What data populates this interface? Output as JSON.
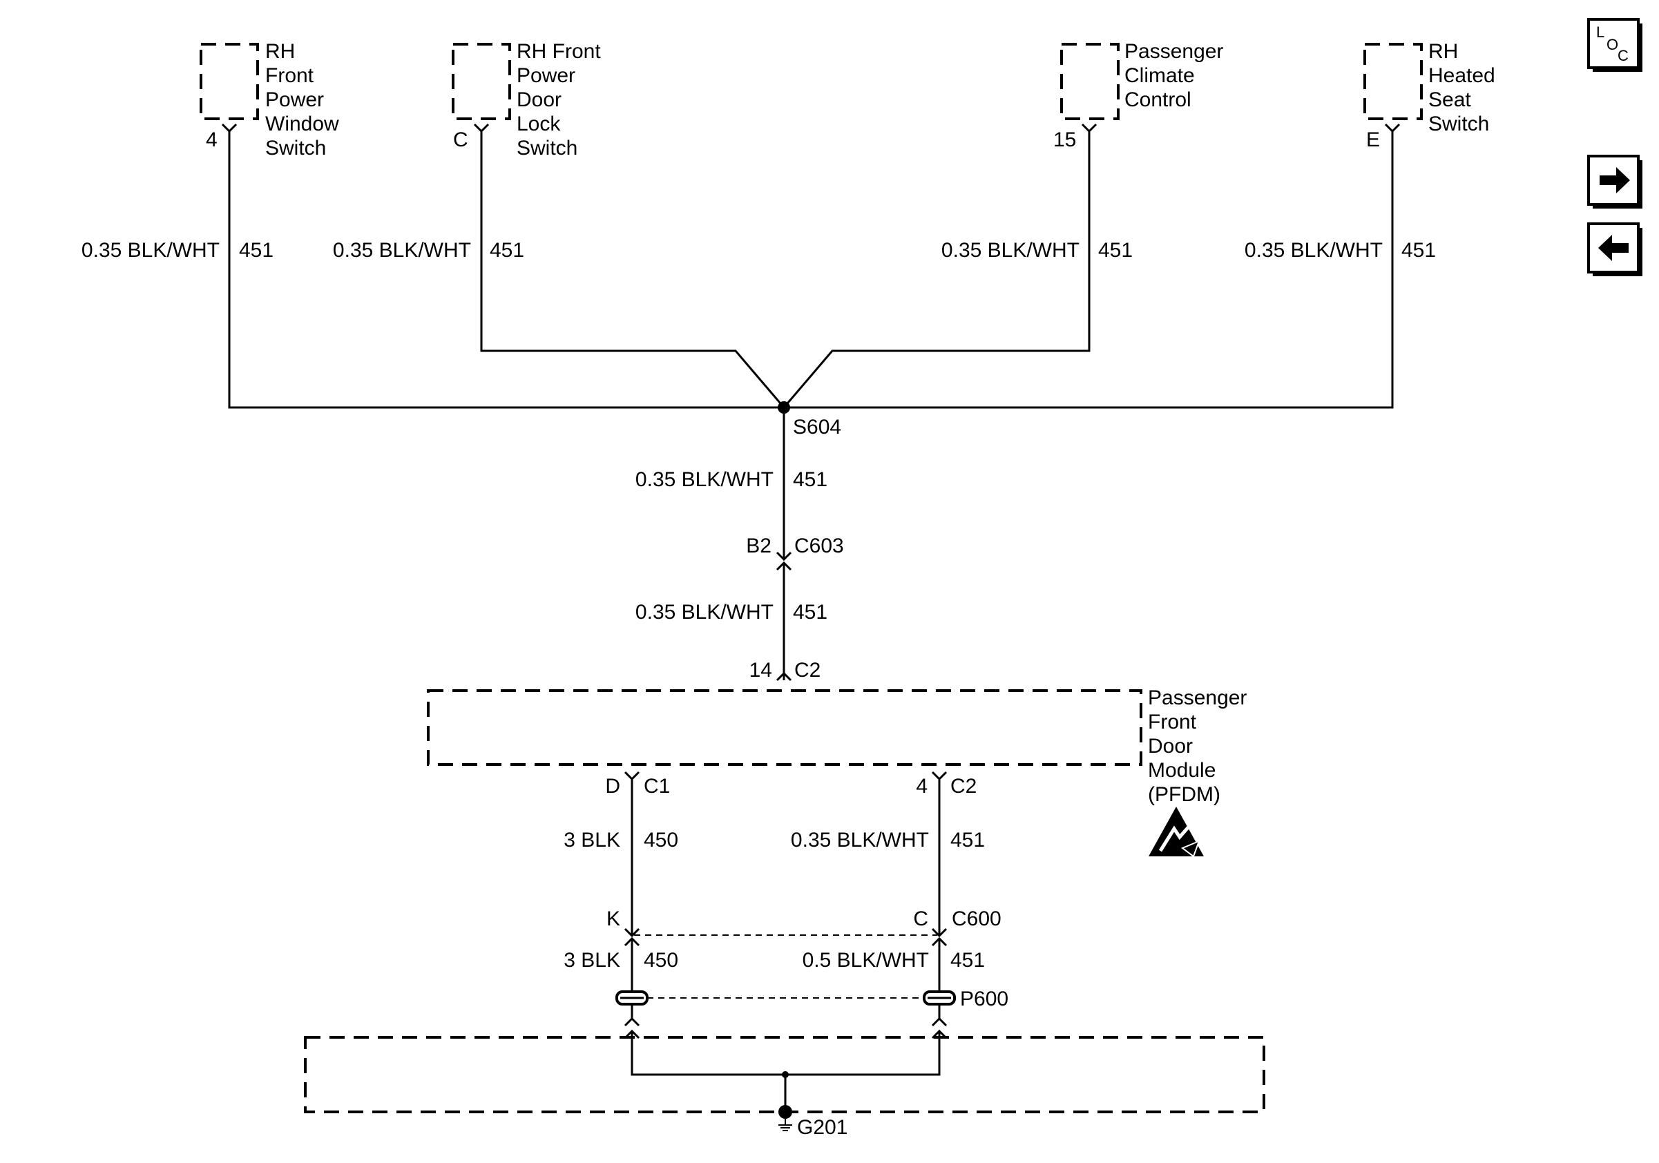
{
  "components": {
    "window_switch": [
      "RH",
      "Front",
      "Power",
      "Window",
      "Switch"
    ],
    "door_lock_switch": [
      "RH Front",
      "Power",
      "Door",
      "Lock",
      "Switch"
    ],
    "climate_control": [
      "Passenger",
      "Climate",
      "Control"
    ],
    "heated_seat_switch": [
      "RH",
      "Heated",
      "Seat",
      "Switch"
    ],
    "pfdm": [
      "Passenger",
      "Front",
      "Door",
      "Module",
      "(PFDM)"
    ]
  },
  "pins": {
    "window_switch": "4",
    "door_lock_switch": "C",
    "climate_control": "15",
    "heated_seat_switch": "E",
    "c603_pin": "B2",
    "c2_pin": "14",
    "pfdm_c1_pin": "D",
    "pfdm_c2_pin": "4",
    "c600_left_pin": "K",
    "c600_right_pin": "C"
  },
  "connectors": {
    "splice": "S604",
    "c603": "C603",
    "c2_top": "C2",
    "c1": "C1",
    "c2_bottom": "C2",
    "c600": "C600",
    "p600": "P600",
    "ground": "G201"
  },
  "wires": {
    "window_switch": {
      "gauge": "0.35 BLK/WHT",
      "circuit": "451"
    },
    "door_lock_switch": {
      "gauge": "0.35 BLK/WHT",
      "circuit": "451"
    },
    "climate_control": {
      "gauge": "0.35 BLK/WHT",
      "circuit": "451"
    },
    "heated_seat_switch": {
      "gauge": "0.35 BLK/WHT",
      "circuit": "451"
    },
    "s604_to_c603": {
      "gauge": "0.35 BLK/WHT",
      "circuit": "451"
    },
    "c603_to_pfdm": {
      "gauge": "0.35 BLK/WHT",
      "circuit": "451"
    },
    "pfdm_c1_to_c600": {
      "gauge": "3 BLK",
      "circuit": "450"
    },
    "pfdm_c2_to_c600": {
      "gauge": "0.35 BLK/WHT",
      "circuit": "451"
    },
    "c600_to_p600_left": {
      "gauge": "3 BLK",
      "circuit": "450"
    },
    "c600_to_p600_right": {
      "gauge": "0.5 BLK/WHT",
      "circuit": "451"
    }
  },
  "nav": {
    "loc_icon": "loc-icon",
    "next_icon": "arrow-right-icon",
    "prev_icon": "arrow-left-icon"
  }
}
